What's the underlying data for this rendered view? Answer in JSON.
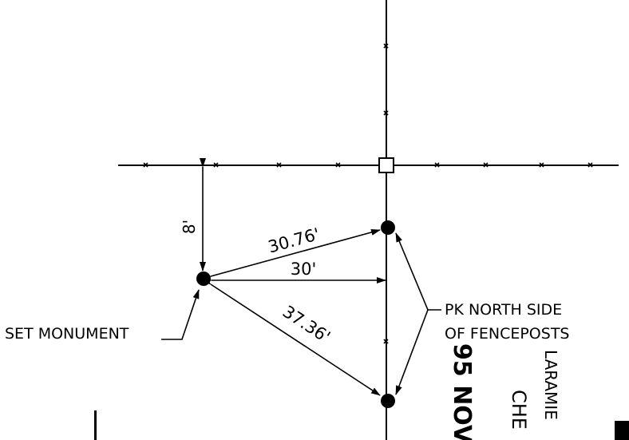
{
  "labels": {
    "dim_8": "8'",
    "dim_30_76": "30.76'",
    "dim_30": "30'",
    "dim_37_36": "37.36'",
    "set_monument": "SET MONUMENT",
    "pk_line1": "PK NORTH SIDE",
    "pk_line2": "OF FENCEPOSTS"
  },
  "stamp": {
    "date_fragment": "95 NOV",
    "place_fragment_1": "LARAMIE",
    "place_fragment_2": "CHE"
  },
  "colors": {
    "ink": "#000000",
    "paper": "#ffffff"
  }
}
